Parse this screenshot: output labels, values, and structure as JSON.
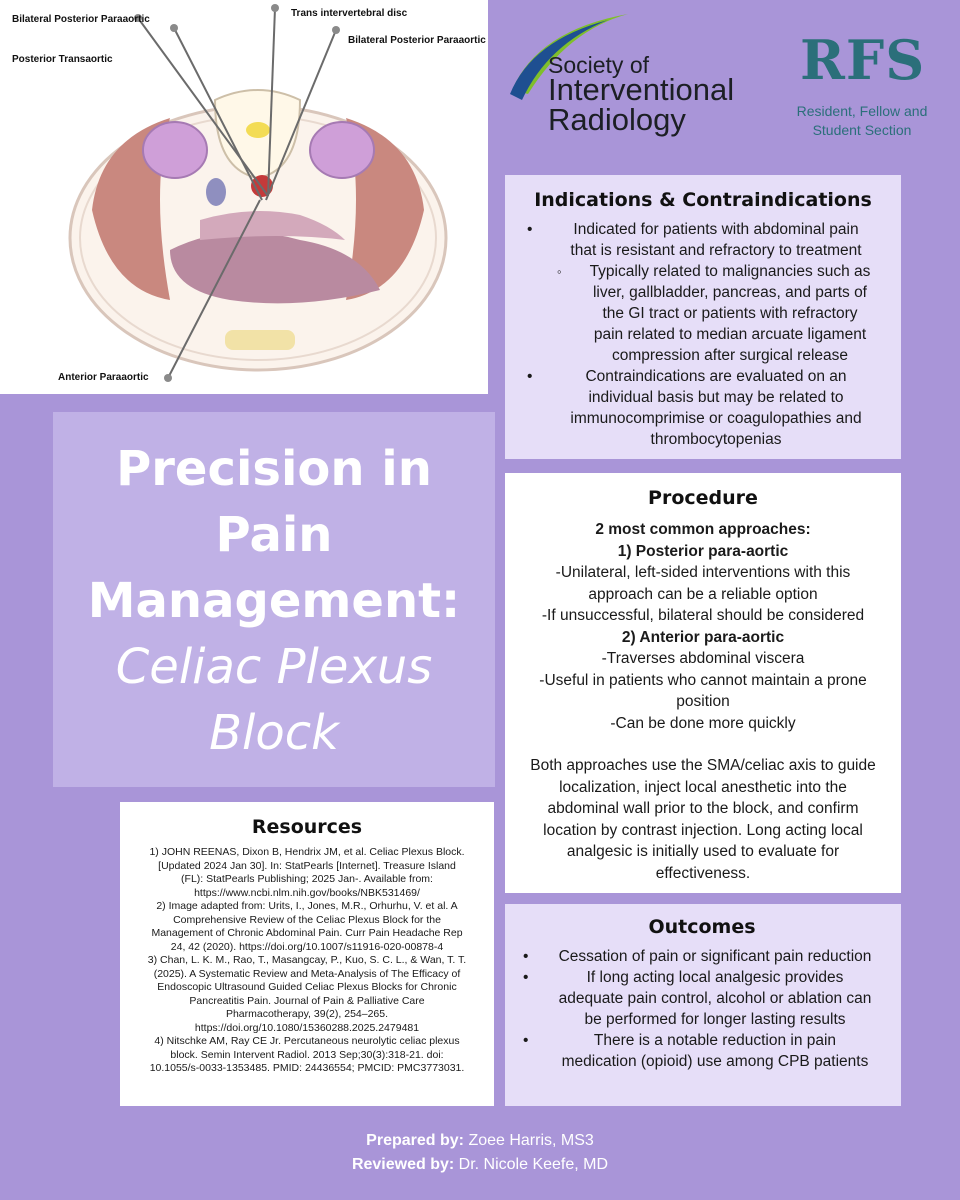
{
  "diagram": {
    "labels": {
      "bilateral_left": "Bilateral Posterior Paraaortic",
      "trans_disc": "Trans intervertebral disc",
      "bilateral_right": "Bilateral Posterior Paraaortic",
      "posterior_transaortic": "Posterior Transaortic",
      "anterior_paraaortic": "Anterior Paraaortic"
    },
    "colors": {
      "outline": "#d9c6bb",
      "muscle": "#c9887f",
      "kidney": "#cf9fd8",
      "bowel": "#b98aa0",
      "aorta": "#c43a3a",
      "needle": "#6b6b6b"
    }
  },
  "logos": {
    "sir": {
      "line1": "Society of",
      "line2": "Interventional",
      "line3": "Radiology"
    },
    "rfs": {
      "acronym": "RFS",
      "line1": "Resident, Fellow and",
      "line2": "Student Section"
    },
    "colors": {
      "sir_green": "#7fbf2a",
      "sir_blue": "#1e4f91",
      "rfs_teal": "#2b6f7a"
    }
  },
  "title": {
    "line1": "Precision in",
    "line2": "Pain",
    "line3": "Management:",
    "line4": "Celiac Plexus",
    "line5": "Block"
  },
  "indications": {
    "heading": "Indications & Contraindications",
    "b1": [
      "Indicated for patients with abdominal pain",
      "that is resistant and refractory to treatment"
    ],
    "b1a": [
      "Typically related to malignancies such as",
      "liver, gallbladder, pancreas,  and parts of",
      "the GI tract or patients with refractory",
      "pain related to median arcuate ligament",
      "compression after surgical release"
    ],
    "b2": [
      "Contraindications are evaluated on an",
      "individual basis but may be related to",
      "immunocomprimise or coagulopathies and",
      "thrombocytopenias"
    ]
  },
  "procedure": {
    "heading": "Procedure",
    "intro": "2 most common approaches:",
    "approach1": "1) Posterior para-aortic",
    "a1_lines": [
      "-Unilateral, left-sided interventions with this",
      "approach can be a reliable option",
      "-If unsuccessful, bilateral should be considered"
    ],
    "approach2": "2) Anterior para-aortic",
    "a2_lines": [
      "-Traverses abdominal viscera",
      "-Useful in patients who cannot maintain a prone",
      "position",
      "-Can be done more quickly"
    ],
    "summary_lines": [
      "Both approaches use the SMA/celiac axis to guide",
      "localization, inject local anesthetic into the",
      "abdominal wall prior to the block, and confirm",
      "location by contrast injection. Long acting local",
      "analgesic is initially used to evaluate for",
      "effectiveness."
    ]
  },
  "resources": {
    "heading": "Resources",
    "lines": [
      "1) JOHN REENAS, Dixon B, Hendrix JM, et al. Celiac Plexus Block.",
      "[Updated 2024 Jan 30]. In: StatPearls [Internet]. Treasure Island",
      "(FL): StatPearls Publishing; 2025 Jan-. Available from:",
      "https://www.ncbi.nlm.nih.gov/books/NBK531469/",
      "2) Image adapted from: Urits, I., Jones, M.R., Orhurhu, V. et al. A",
      "Comprehensive Review of the Celiac Plexus Block for the",
      "Management of Chronic Abdominal Pain. Curr Pain Headache Rep",
      "24, 42 (2020). https://doi.org/10.1007/s11916-020-00878-4",
      "3) Chan, L. K. M., Rao, T., Masangcay, P., Kuo, S. C. L., & Wan, T. T.",
      "(2025). A Systematic Review and Meta-Analysis of The Efficacy of",
      "Endoscopic Ultrasound Guided Celiac Plexus Blocks for Chronic",
      "Pancreatitis Pain. Journal of Pain & Palliative Care",
      "Pharmacotherapy, 39(2), 254–265.",
      "https://doi.org/10.1080/15360288.2025.2479481",
      "4) Nitschke AM, Ray CE Jr. Percutaneous neurolytic celiac plexus",
      "block. Semin Intervent Radiol. 2013 Sep;30(3):318-21. doi:",
      "10.1055/s-0033-1353485. PMID: 24436554; PMCID: PMC3773031."
    ]
  },
  "outcomes": {
    "heading": "Outcomes",
    "b1": [
      "Cessation of pain or significant pain reduction"
    ],
    "b2": [
      "If long acting local analgesic provides",
      "adequate pain control, alcohol or ablation can",
      "be performed for longer lasting results"
    ],
    "b3": [
      "There is a notable reduction in pain",
      "medication (opioid) use among CPB patients"
    ]
  },
  "credits": {
    "prepared_label": "Prepared by:",
    "prepared_name": "Zoee Harris, MS3",
    "reviewed_label": "Reviewed by:",
    "reviewed_name": "Dr. Nicole Keefe, MD"
  },
  "colors": {
    "background": "#a995d8",
    "title_card": "#c0b1e6",
    "lavender_box": "#e6def8"
  }
}
